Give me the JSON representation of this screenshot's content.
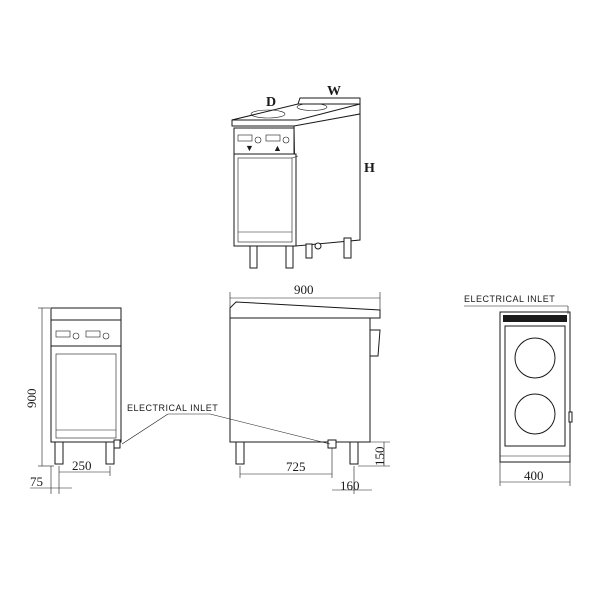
{
  "iso_view": {
    "label_d": "D",
    "label_w": "W",
    "label_h": "H"
  },
  "front_view": {
    "dim_height": "900",
    "dim_leg_offset": "75",
    "dim_leg_spacing": "250"
  },
  "side_view": {
    "dim_depth": "900",
    "dim_leg_depth": "725",
    "dim_inlet_offset": "160",
    "dim_inlet_height": "150",
    "inlet_label": "ELECTRICAL INLET"
  },
  "top_view": {
    "inlet_label": "ELECTRICAL INLET",
    "dim_width": "400"
  }
}
